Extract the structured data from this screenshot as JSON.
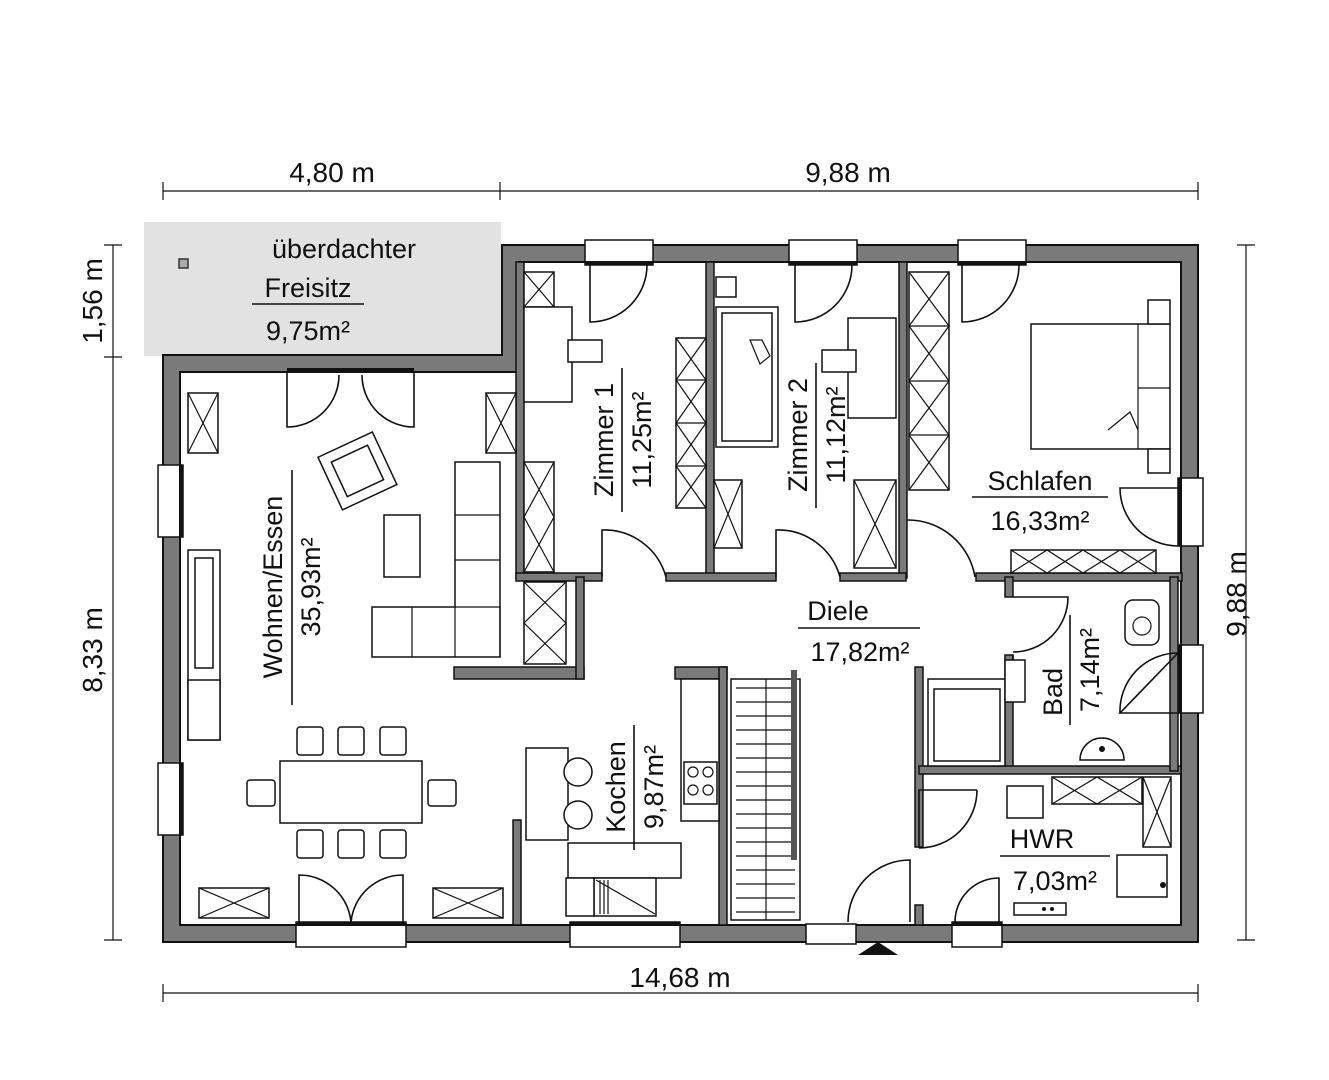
{
  "dimensions": {
    "top_left": "4,80 m",
    "top_right": "9,88 m",
    "bottom": "14,68 m",
    "left_upper": "1,56 m",
    "left_lower": "8,33 m",
    "right": "9,88 m"
  },
  "terrace": {
    "line1": "überdachter",
    "line2": "Freisitz",
    "area": "9,75m²"
  },
  "rooms": {
    "wohnen": {
      "name": "Wohnen/Essen",
      "area": "35,93m²"
    },
    "zimmer1": {
      "name": "Zimmer 1",
      "area": "11,25m²"
    },
    "zimmer2": {
      "name": "Zimmer 2",
      "area": "11,12m²"
    },
    "schlafen": {
      "name": "Schlafen",
      "area": "16,33m²"
    },
    "diele": {
      "name": "Diele",
      "area": "17,82m²"
    },
    "bad": {
      "name": "Bad",
      "area": "7,14m²"
    },
    "kochen": {
      "name": "Kochen",
      "area": "9,87m²"
    },
    "hwr": {
      "name": "HWR",
      "area": "7,03m²"
    }
  },
  "colors": {
    "wall": "#7a7a7a",
    "terrace": "#e2e2e2",
    "line": "#111111"
  }
}
